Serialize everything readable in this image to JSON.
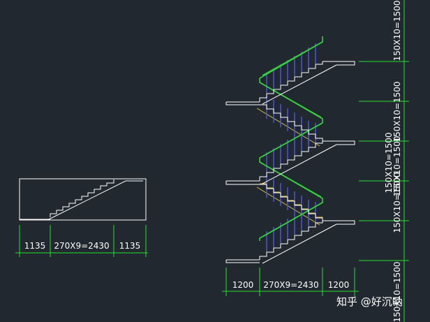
{
  "colors": {
    "background": "#212830",
    "outline": "#ffffff",
    "dimension": "#22e22b",
    "handrail": "#33d23a",
    "baluster": "#4a55d8",
    "hidden": "#d9c23b"
  },
  "plan": {
    "dims": [
      "1135",
      "270X9=2430",
      "1135"
    ]
  },
  "section": {
    "dims": [
      "1200",
      "270X9=2430",
      "1200"
    ],
    "levels": [
      "150X10=1500",
      "150X10=1500",
      "150X10=1500",
      "150X10=1500",
      "150X10=1500",
      "150X10=1500"
    ]
  },
  "watermark": "知乎 @好沉呐"
}
